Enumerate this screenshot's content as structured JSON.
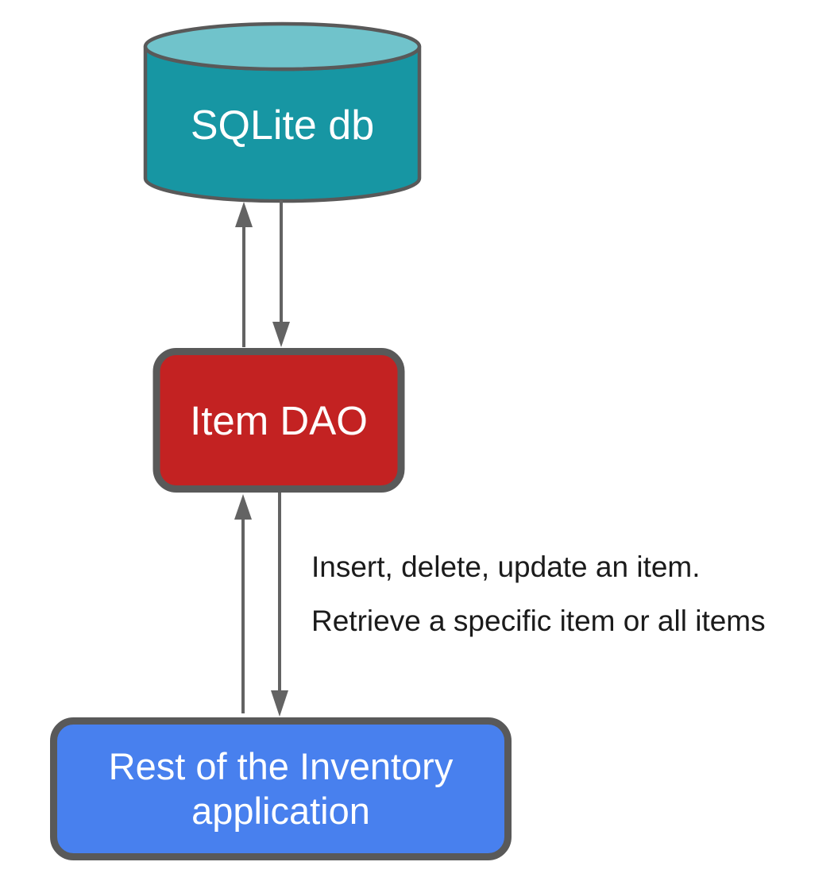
{
  "diagram": {
    "type": "architecture-flow-diagram",
    "background": "#ffffff",
    "nodes": {
      "database": {
        "label": "SQLite db",
        "shape": "cylinder",
        "fill": "#1796A3",
        "top_fill": "#70C3CB",
        "text_color": "#ffffff"
      },
      "dao": {
        "label": "Item DAO",
        "shape": "rounded-rect",
        "fill": "#C32222",
        "text_color": "#ffffff"
      },
      "app": {
        "label": "Rest of the Inventory application",
        "shape": "rounded-rect",
        "fill": "#4880EE",
        "text_color": "#ffffff"
      }
    },
    "edges": [
      {
        "from": "dao",
        "to": "database",
        "direction": "up"
      },
      {
        "from": "database",
        "to": "dao",
        "direction": "down"
      },
      {
        "from": "app",
        "to": "dao",
        "direction": "up"
      },
      {
        "from": "dao",
        "to": "app",
        "direction": "down"
      }
    ],
    "annotation": {
      "line1": "Insert, delete, update an item.",
      "line2": "Retrieve a specific item or all items"
    },
    "colors": {
      "shape_stroke": "#595959",
      "arrow": "#636363",
      "annotation_text": "#1b1b1b"
    }
  }
}
